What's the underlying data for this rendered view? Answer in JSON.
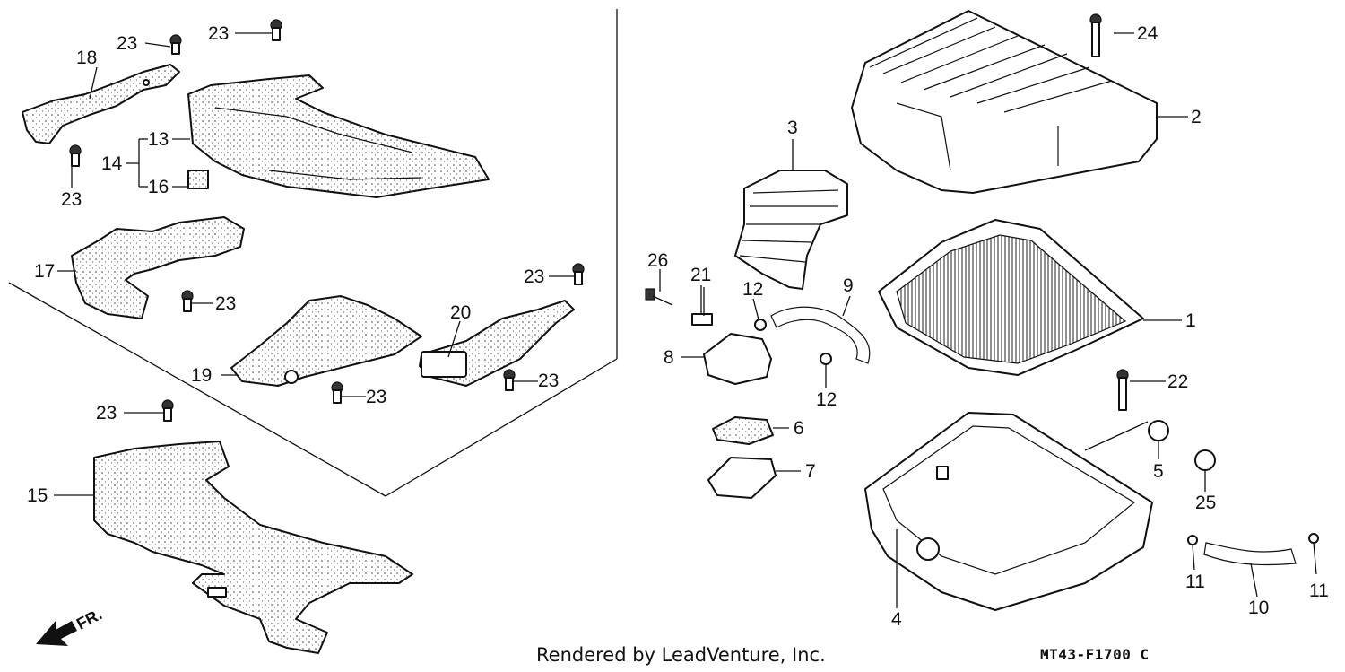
{
  "diagram": {
    "footer": "Rendered by LeadVenture, Inc.",
    "diagram_code": "MT43-F1700 C",
    "direction_marker": "FR.",
    "callouts": {
      "c1": "1",
      "c2": "2",
      "c3": "3",
      "c4": "4",
      "c5": "5",
      "c6": "6",
      "c7": "7",
      "c8": "8",
      "c9": "9",
      "c10": "10",
      "c11a": "11",
      "c11b": "11",
      "c12a": "12",
      "c12b": "12",
      "c13": "13",
      "c14": "14",
      "c15": "15",
      "c16": "16",
      "c17": "17",
      "c18": "18",
      "c19": "19",
      "c20": "20",
      "c21": "21",
      "c22": "22",
      "c23a": "23",
      "c23b": "23",
      "c23c": "23",
      "c23d": "23",
      "c23e": "23",
      "c23f": "23",
      "c23g": "23",
      "c23h": "23",
      "c24": "24",
      "c25": "25",
      "c26": "26"
    }
  }
}
